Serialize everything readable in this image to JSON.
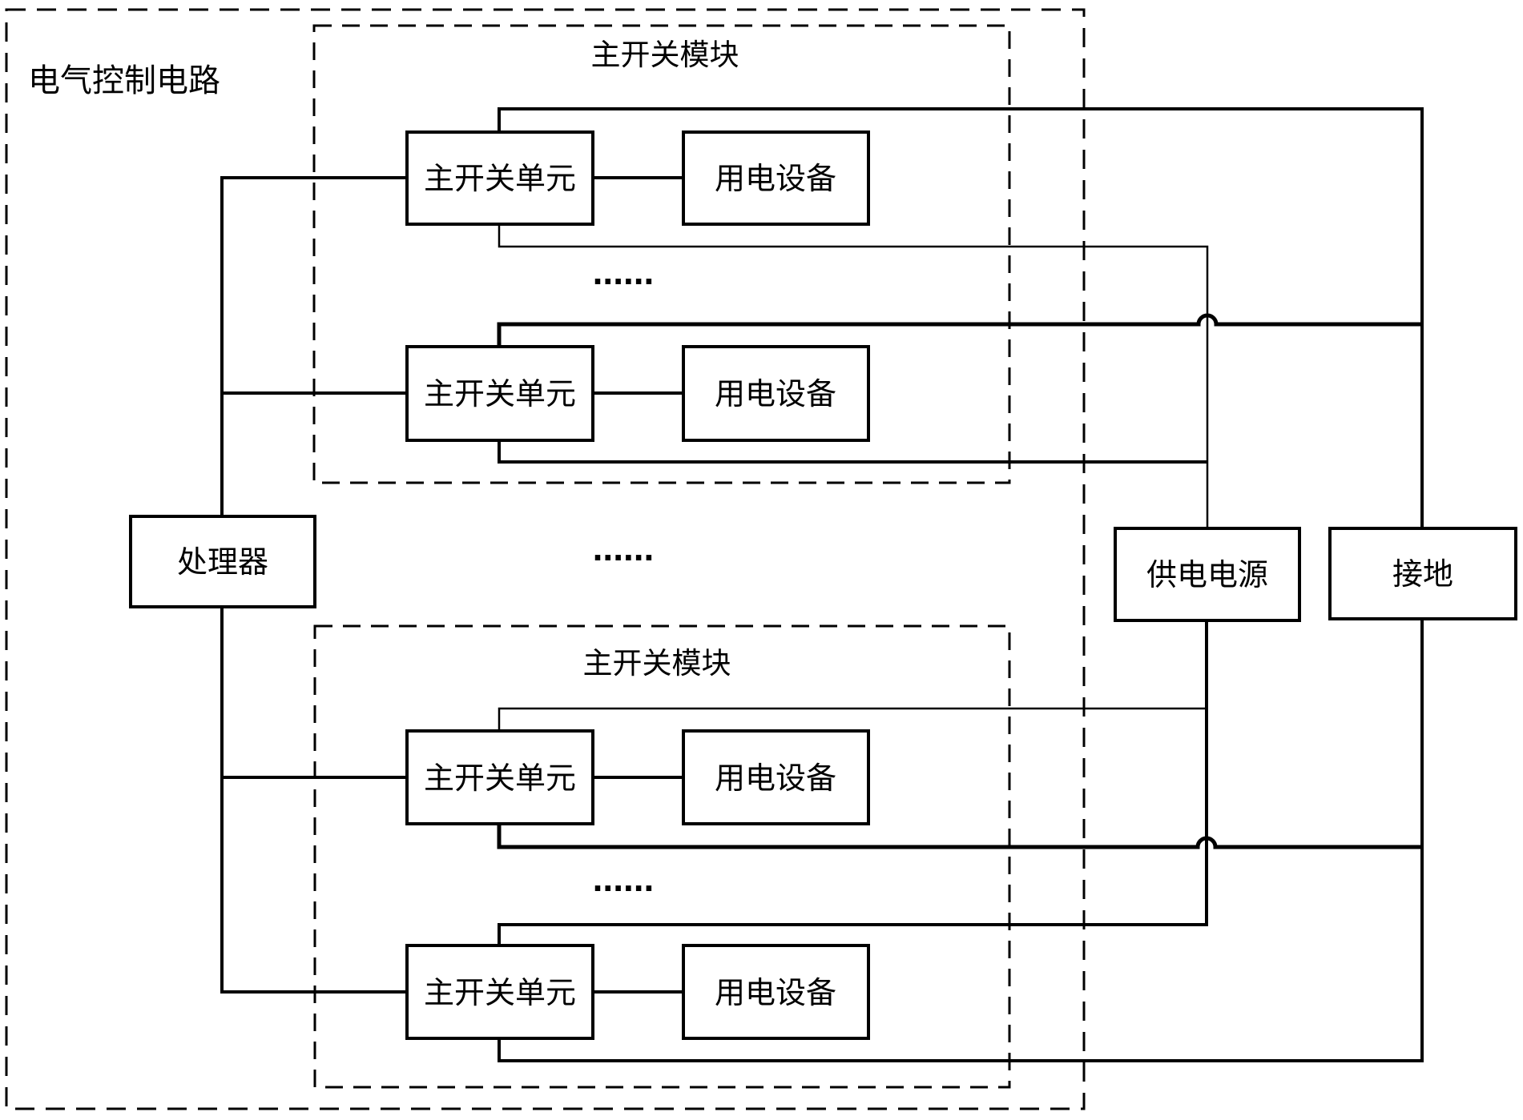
{
  "outer_box": {
    "label": "电气控制电路"
  },
  "processor": {
    "label": "处理器"
  },
  "modules": [
    {
      "label": "主开关模块",
      "rows": [
        {
          "switch_unit": "主开关单元",
          "device": "用电设备"
        },
        {
          "switch_unit": "主开关单元",
          "device": "用电设备"
        }
      ],
      "row_ellipsis": "......"
    },
    {
      "label": "主开关模块",
      "rows": [
        {
          "switch_unit": "主开关单元",
          "device": "用电设备"
        },
        {
          "switch_unit": "主开关单元",
          "device": "用电设备"
        }
      ],
      "row_ellipsis": "......"
    }
  ],
  "modules_separator_ellipsis": "......",
  "power_supply": {
    "label": "供电电源"
  },
  "ground": {
    "label": "接地"
  },
  "colors": {
    "line": "#000000",
    "background": "#ffffff"
  }
}
